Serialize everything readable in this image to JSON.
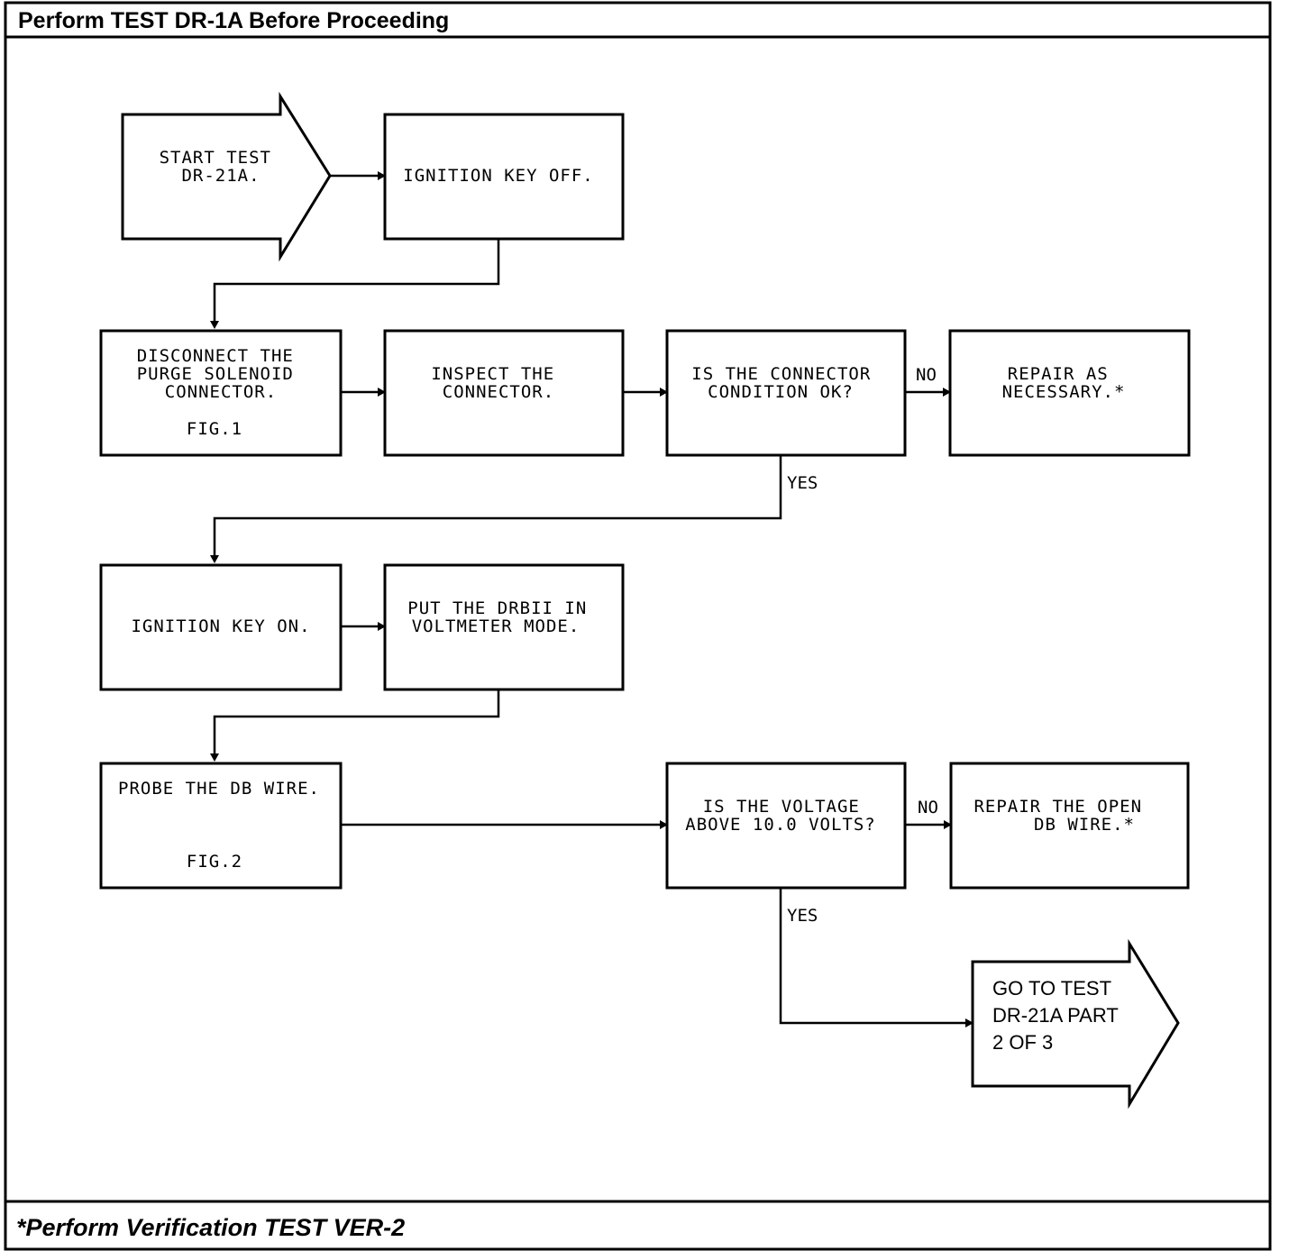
{
  "header": {
    "title": "Perform TEST DR-1A Before Proceeding"
  },
  "footer": {
    "note": "*Perform Verification TEST VER-2"
  },
  "flowchart": {
    "start": {
      "lines": [
        "START TEST",
        "DR-21A."
      ]
    },
    "ignition_off": {
      "lines": [
        "IGNITION KEY OFF."
      ]
    },
    "disconnect": {
      "lines": [
        "DISCONNECT THE",
        "PURGE SOLENOID",
        "CONNECTOR."
      ],
      "fig": "FIG.1"
    },
    "inspect": {
      "lines": [
        "INSPECT THE",
        "CONNECTOR."
      ]
    },
    "connector_ok": {
      "lines": [
        "IS THE CONNECTOR",
        "CONDITION OK?"
      ]
    },
    "repair_connector": {
      "lines": [
        "REPAIR AS",
        "NECESSARY.*"
      ]
    },
    "ignition_on": {
      "lines": [
        "IGNITION KEY ON."
      ]
    },
    "voltmeter": {
      "lines": [
        "PUT THE DRBII IN",
        "VOLTMETER MODE."
      ]
    },
    "probe": {
      "lines": [
        "PROBE THE DB WIRE."
      ],
      "fig": "FIG.2"
    },
    "voltage_check": {
      "lines": [
        "IS THE VOLTAGE",
        "ABOVE 10.0 VOLTS?"
      ]
    },
    "repair_wire": {
      "lines": [
        "REPAIR THE OPEN",
        "DB WIRE.*"
      ]
    },
    "goto": {
      "lines": [
        "GO TO TEST",
        "DR-21A PART",
        "2 OF 3"
      ]
    },
    "labels": {
      "no_1": "NO",
      "yes_1": "YES",
      "no_2": "NO",
      "yes_2": "YES"
    }
  }
}
